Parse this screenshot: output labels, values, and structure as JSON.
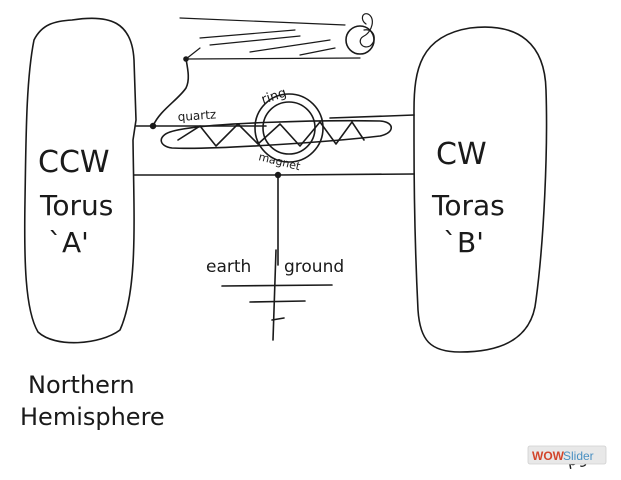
{
  "torus_a": {
    "direction": "CCW",
    "name": "Torus",
    "tag": "`A'"
  },
  "torus_b": {
    "direction": "CW",
    "name": "Toras",
    "tag": "`B'"
  },
  "coil": {
    "quartz": "quartz",
    "ring": "ring",
    "magnet": "magnet"
  },
  "ground": {
    "left": "earth",
    "right": "ground"
  },
  "region": {
    "line1": "Northern",
    "line2": "Hemisphere"
  },
  "page_mark": "pg. 7",
  "watermark": {
    "part1": "WOW",
    "part2": "Slider",
    "color1": "#d2452b",
    "color2": "#4a90c2"
  }
}
